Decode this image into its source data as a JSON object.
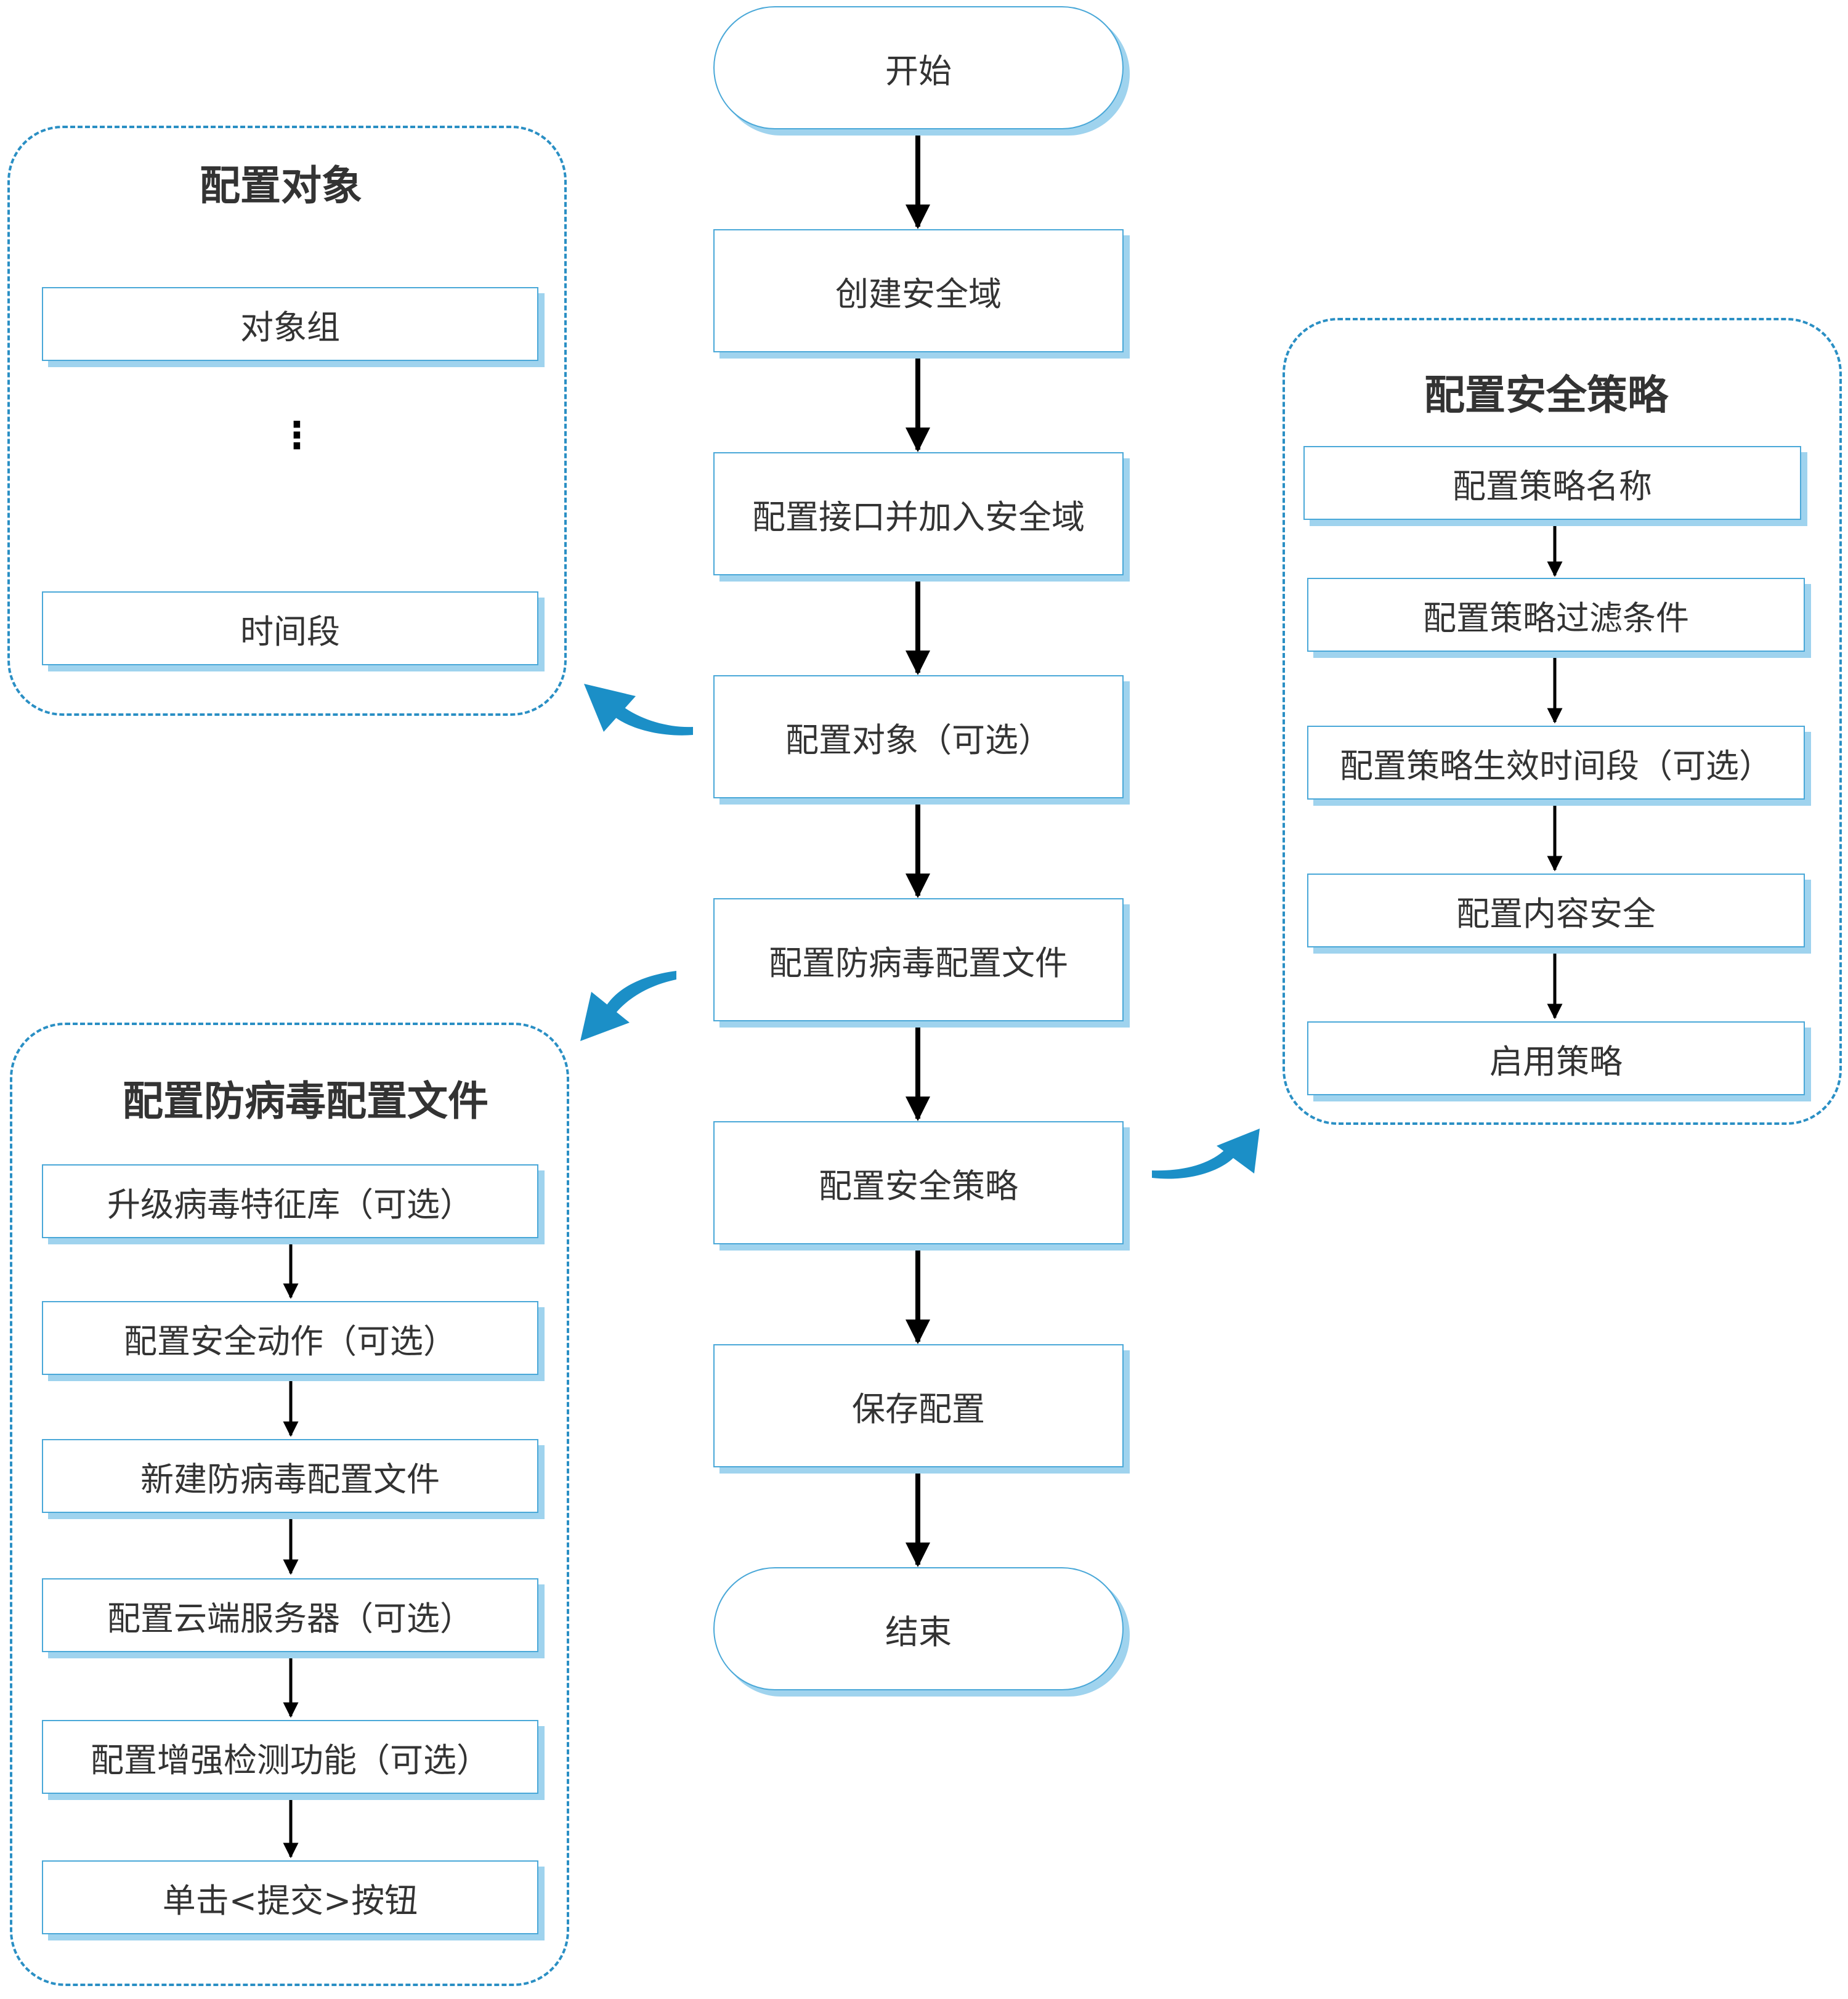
{
  "main_flow": {
    "start": "开始",
    "step1": "创建安全域",
    "step2": "配置接口并加入安全域",
    "step3": "配置对象（可选）",
    "step4": "配置防病毒配置文件",
    "step5": "配置安全策略",
    "step6": "保存配置",
    "end": "结束"
  },
  "group_objects": {
    "title": "配置对象",
    "items": [
      "对象组",
      "时间段"
    ],
    "ellipsis": "⋮"
  },
  "group_antivirus": {
    "title": "配置防病毒配置文件",
    "items": [
      "升级病毒特征库（可选）",
      "配置安全动作（可选）",
      "新建防病毒配置文件",
      "配置云端服务器（可选）",
      "配置增强检测功能（可选）",
      "单击<提交>按钮"
    ]
  },
  "group_policy": {
    "title": "配置安全策略",
    "items": [
      "配置策略名称",
      "配置策略过滤条件",
      "配置策略生效时间段（可选）",
      "配置内容安全",
      "启用策略"
    ]
  },
  "colors": {
    "box_border": "#4aa8d8",
    "box_shadow": "#9fd3ee",
    "group_border": "#2a8fc4",
    "curve_arrow": "#1b8fc7",
    "flow_arrow": "#000000"
  }
}
